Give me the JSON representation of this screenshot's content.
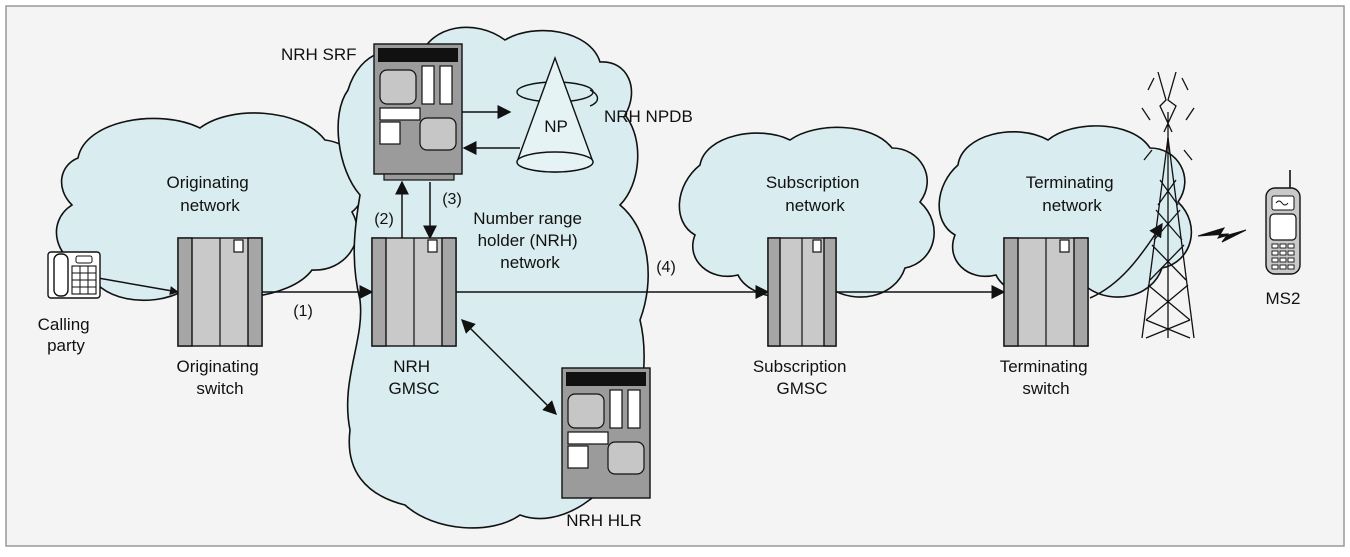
{
  "nodes": {
    "calling_party": [
      "Calling",
      "party"
    ],
    "originating_network": [
      "Originating",
      "network"
    ],
    "originating_switch": [
      "Originating",
      "switch"
    ],
    "nrh_srf": "NRH SRF",
    "np": "NP",
    "nrh_npdb": "NRH NPDB",
    "nrh_network": [
      "Number range",
      "holder (NRH)",
      "network"
    ],
    "nrh_gmsc": [
      "NRH",
      "GMSC"
    ],
    "nrh_hlr": "NRH HLR",
    "subscription_network": [
      "Subscription",
      "network"
    ],
    "subscription_gmsc": [
      "Subscription",
      "GMSC"
    ],
    "terminating_network": [
      "Terminating",
      "network"
    ],
    "terminating_switch": [
      "Terminating",
      "switch"
    ],
    "ms2": "MS2"
  },
  "steps": {
    "s1": "(1)",
    "s2": "(2)",
    "s3": "(3)",
    "s4": "(4)"
  },
  "colors": {
    "cloud_fill": "#d9ecef",
    "frame_fill": "#f4f4f4",
    "frame_stroke": "#999999"
  },
  "icons": {
    "telephone": "telephone-icon",
    "switch": "switch-icon",
    "server": "server-icon",
    "database": "database-cone-icon",
    "antenna": "radio-tower-icon",
    "mobile": "mobile-phone-icon",
    "signal": "lightning-icon"
  }
}
